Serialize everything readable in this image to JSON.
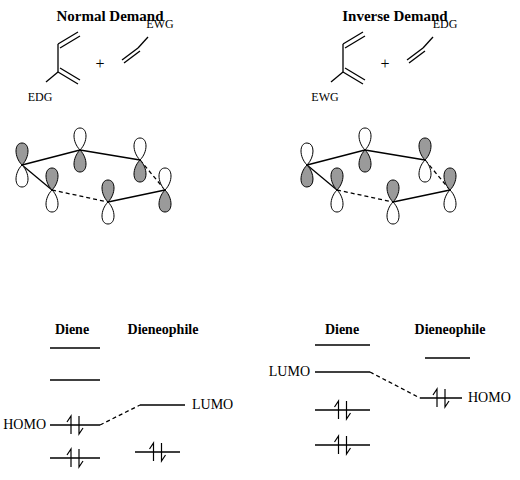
{
  "diagram": {
    "labels": [
      "Normal Demand",
      "Inverse Demand",
      "EWG",
      "EDG",
      "+",
      "+",
      "EDG",
      "EWG",
      "Diene",
      "Dieneophile",
      "Diene",
      "Dieneophile",
      "LUMO",
      "HOMO",
      "LUMO",
      "HOMO"
    ]
  }
}
